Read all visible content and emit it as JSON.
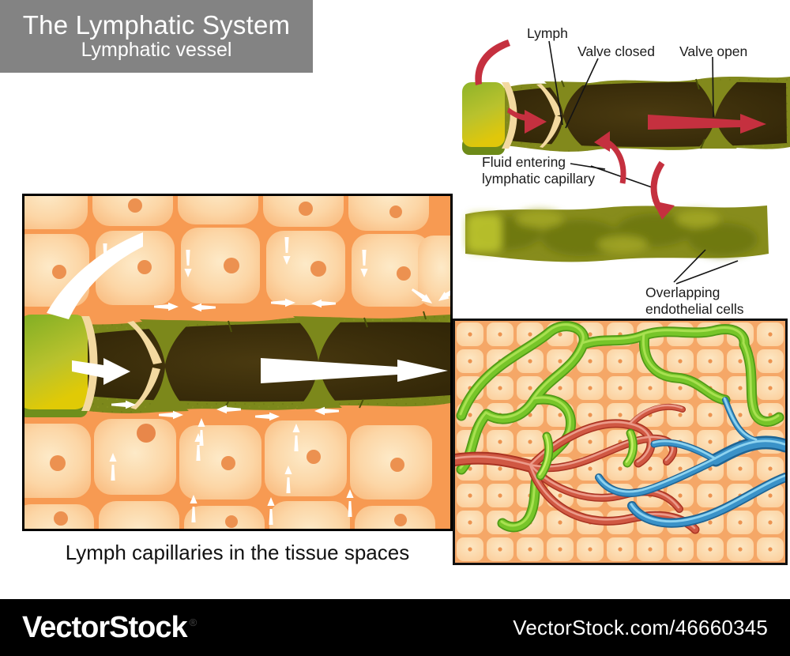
{
  "header": {
    "title": "The Lymphatic System",
    "subtitle": "Lymphatic vessel"
  },
  "annotations": {
    "lymph": "Lymph",
    "valve_closed": "Valve closed",
    "valve_open": "Valve open",
    "fluid_entering": [
      "Fluid entering",
      "lymphatic capillary"
    ],
    "overlapping": [
      "Overlapping",
      "endothelial cells"
    ]
  },
  "caption": "Lymph capillaries in the tissue spaces",
  "watermark": {
    "brand": "VectorStock",
    "registered": "®",
    "code": "VectorStock.com/46660345"
  },
  "colors": {
    "title_bg": "#838383",
    "accent_red": "#c5303f",
    "vessel_olive": "#7c881b",
    "vessel_lumen": "#33270a",
    "valve_cream": "#f3d9a0",
    "tissue_orange": "#f79a52",
    "cell_fill": "#fcd6a6",
    "nucleus_orange": "#ec9150",
    "lymph_green": "#77c529",
    "artery_red": "#d05843",
    "vein_blue": "#3a92c8",
    "bar_bg": "#000000"
  }
}
